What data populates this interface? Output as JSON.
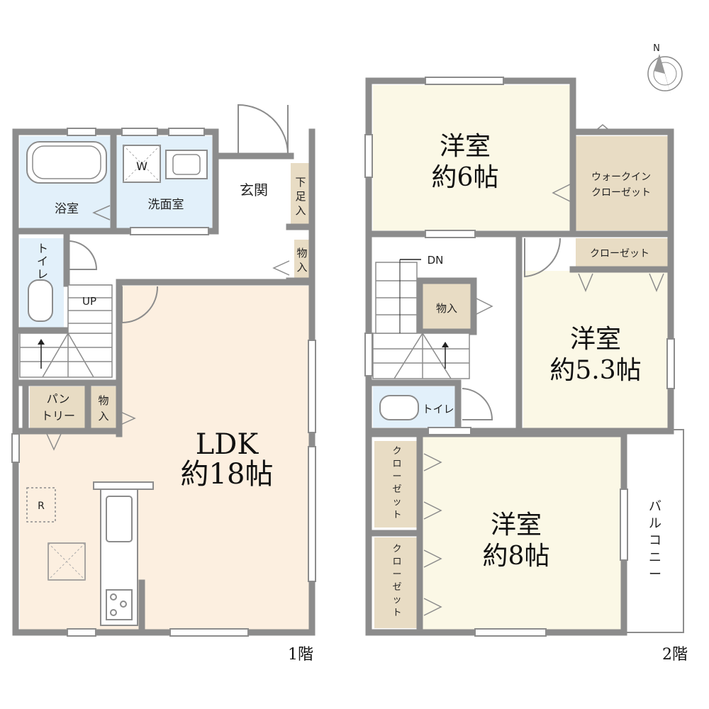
{
  "colors": {
    "wall": "#8c8c8c",
    "bath": "#e2f0fa",
    "ldk": "#fcefe0",
    "bedroom": "#fbf8e6",
    "storage": "#e8dcc4",
    "storage_dark": "#dccdb0",
    "hall": "#ffffff"
  },
  "floor1": {
    "label": "1階",
    "rooms": {
      "bath": "浴室",
      "washroom": "洗面室",
      "washer": "W",
      "entrance": "玄関",
      "shoe": [
        "下",
        "足",
        "入"
      ],
      "storage_hall": [
        "物",
        "入"
      ],
      "toilet": [
        "ト",
        "イ",
        "レ"
      ],
      "up": "UP",
      "pantry": [
        "パン",
        "トリー"
      ],
      "storage_ldk": [
        "物",
        "入"
      ],
      "ldk_1": "LDK",
      "ldk_2": "約18帖",
      "fridge": "R"
    }
  },
  "floor2": {
    "label": "2階",
    "rooms": {
      "west6_1": "洋室",
      "west6_2": "約6帖",
      "wic_1": "ウォークイン",
      "wic_2": "クローゼット",
      "closet_top": "クローゼット",
      "dn": "DN",
      "storage": "物入",
      "west53_1": "洋室",
      "west53_2": "約5.3帖",
      "toilet": "トイレ",
      "closet_a": [
        "ク",
        "ロ",
        "ー",
        "ゼ",
        "ッ",
        "ト"
      ],
      "closet_b": [
        "ク",
        "ロ",
        "ー",
        "ゼ",
        "ッ",
        "ト"
      ],
      "west8_1": "洋室",
      "west8_2": "約8帖",
      "balcony": [
        "バ",
        "ル",
        "コ",
        "ニ",
        "ー"
      ]
    }
  },
  "compass": {
    "north": "N"
  }
}
